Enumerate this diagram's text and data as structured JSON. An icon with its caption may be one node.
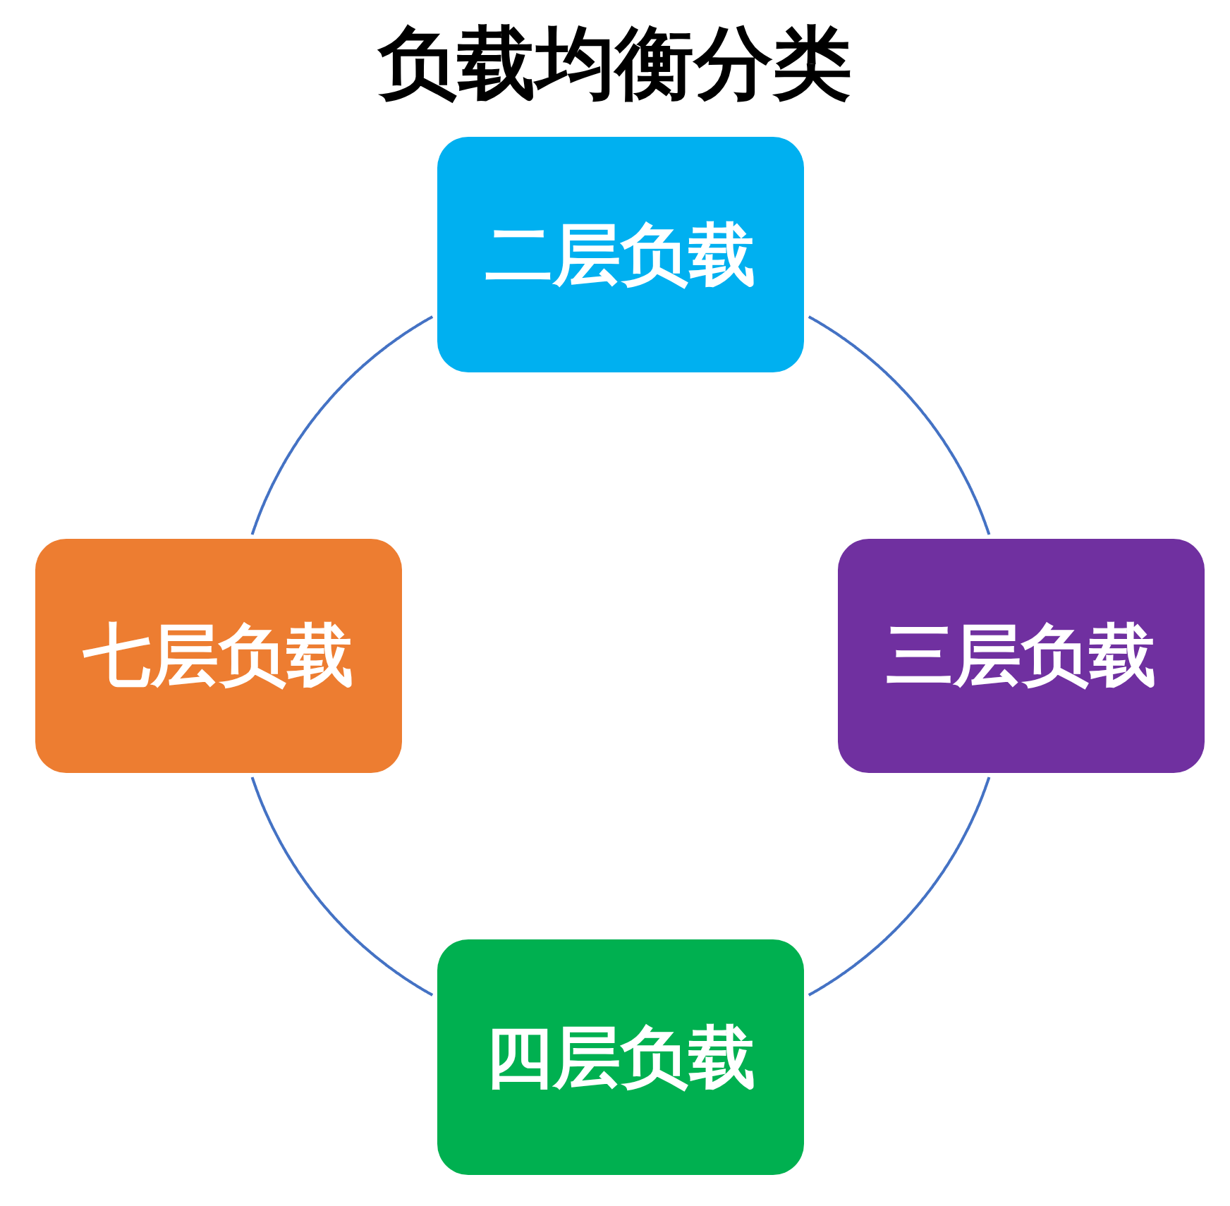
{
  "diagram": {
    "title": "负载均衡分类",
    "nodes": [
      {
        "text": [
          "二层负载"
        ]
      },
      {
        "text": [
          "七层负载"
        ]
      },
      {
        "text": [
          "三层负载"
        ]
      },
      {
        "text": [
          "四层负载"
        ]
      }
    ],
    "edges": [
      {
        "from": 0,
        "to": 2,
        "arrow": "none"
      },
      {
        "from": 2,
        "to": 3,
        "arrow": "none"
      },
      {
        "from": 3,
        "to": 1,
        "arrow": "none"
      },
      {
        "from": 1,
        "to": 0,
        "arrow": "none"
      }
    ]
  }
}
